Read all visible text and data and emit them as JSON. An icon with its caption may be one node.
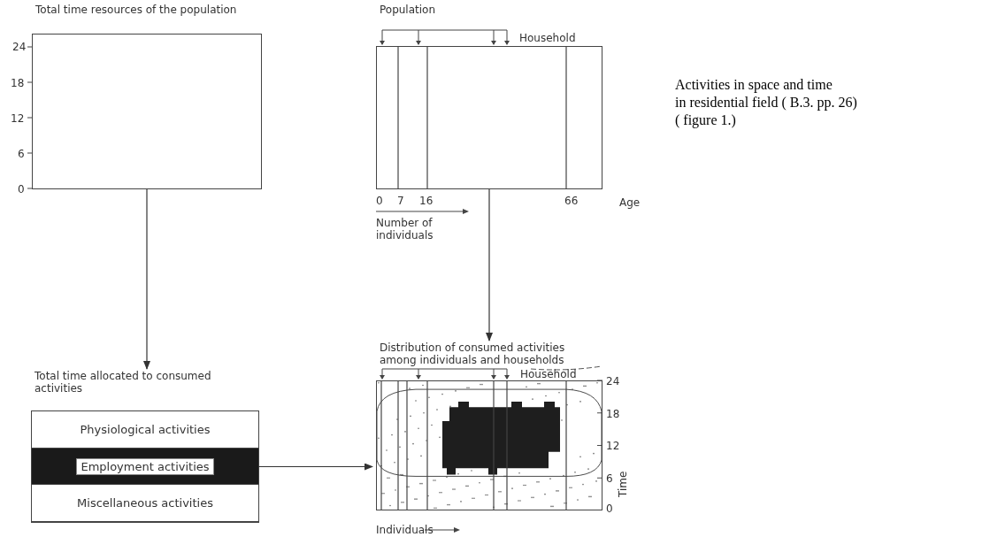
{
  "diagram": {
    "nodes": [
      {
        "text": [
          "Total time resources of the population"
        ]
      },
      {
        "text": [
          "Population"
        ]
      },
      {
        "text": [
          "Total time allocated to consumed activities"
        ]
      },
      {
        "text": [
          "Physiological activities"
        ],
        "in": 2
      },
      {
        "text": [
          "Employment activities"
        ],
        "in": 2
      },
      {
        "text": [
          "Miscellaneous activities"
        ],
        "in": 2
      },
      {
        "text": [
          "Distribution of consumed activities among individuals and households"
        ]
      }
    ],
    "edges": [
      {
        "from": 0,
        "to": 2,
        "arrow": "to"
      },
      {
        "from": 1,
        "to": 6,
        "arrow": "to"
      },
      {
        "from": 4,
        "to": 6,
        "arrow": "to"
      }
    ],
    "labels": [
      "24",
      "18",
      "12",
      "6",
      "0",
      "Household",
      "0",
      "7",
      "16",
      "66",
      "Age",
      "Number of individuals",
      "Household",
      "24",
      "18",
      "12",
      "6",
      "0",
      "Time",
      "Individuals",
      "Activities in space and time",
      "in residential field ( B.3. pp. 26)",
      "( figure 1.)"
    ]
  }
}
